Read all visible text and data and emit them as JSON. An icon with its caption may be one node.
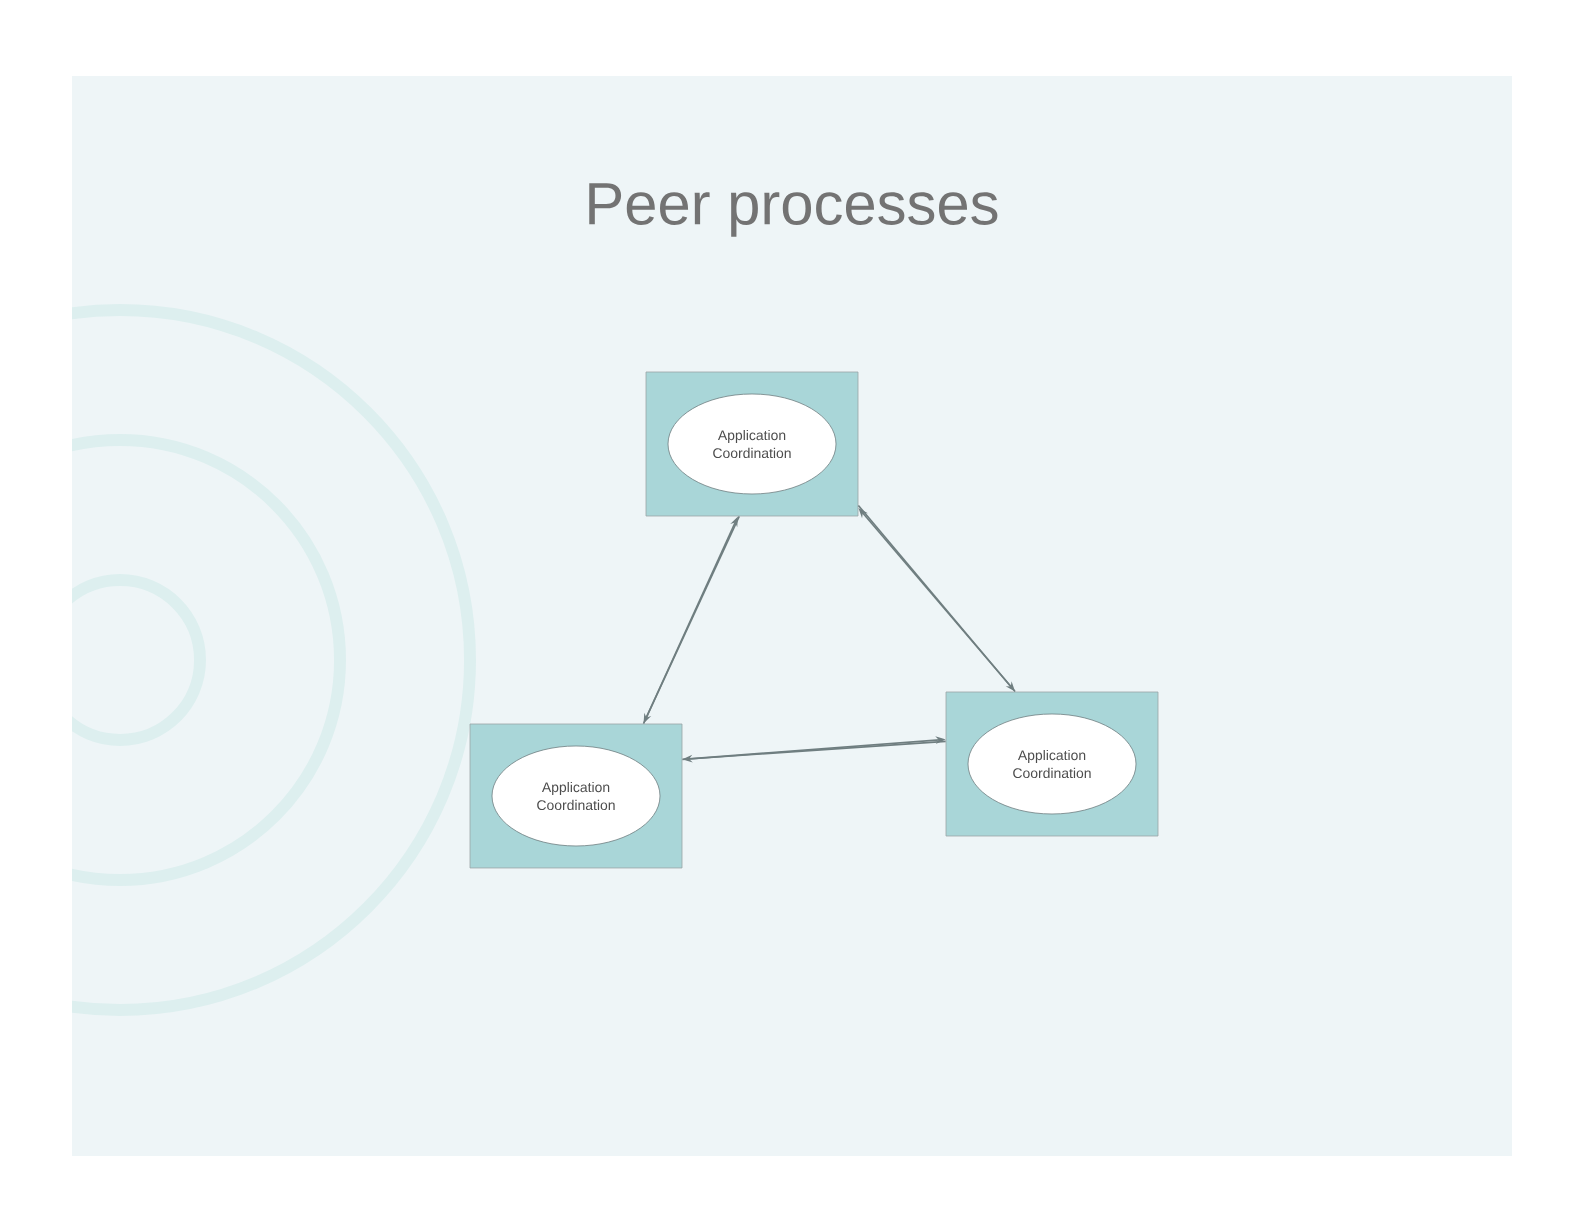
{
  "diagram": {
    "title": "Peer processes",
    "nodes": [
      {
        "text": [],
        "shape": "box"
      },
      {
        "text": [
          "Application",
          "Coordination"
        ],
        "in": 0
      },
      {
        "text": [],
        "shape": "box"
      },
      {
        "text": [
          "Application",
          "Coordination"
        ],
        "in": 2
      },
      {
        "text": [],
        "shape": "box"
      },
      {
        "text": [
          "Application",
          "Coordination"
        ],
        "in": 4
      }
    ],
    "edges": [
      {
        "from": 0,
        "to": 2,
        "arrow": "to"
      },
      {
        "from": 2,
        "to": 0,
        "arrow": "to"
      },
      {
        "from": 0,
        "to": 4,
        "arrow": "to"
      },
      {
        "from": 4,
        "to": 0,
        "arrow": "to"
      },
      {
        "from": 2,
        "to": 4,
        "arrow": "to"
      },
      {
        "from": 4,
        "to": 2,
        "arrow": "to"
      }
    ]
  }
}
